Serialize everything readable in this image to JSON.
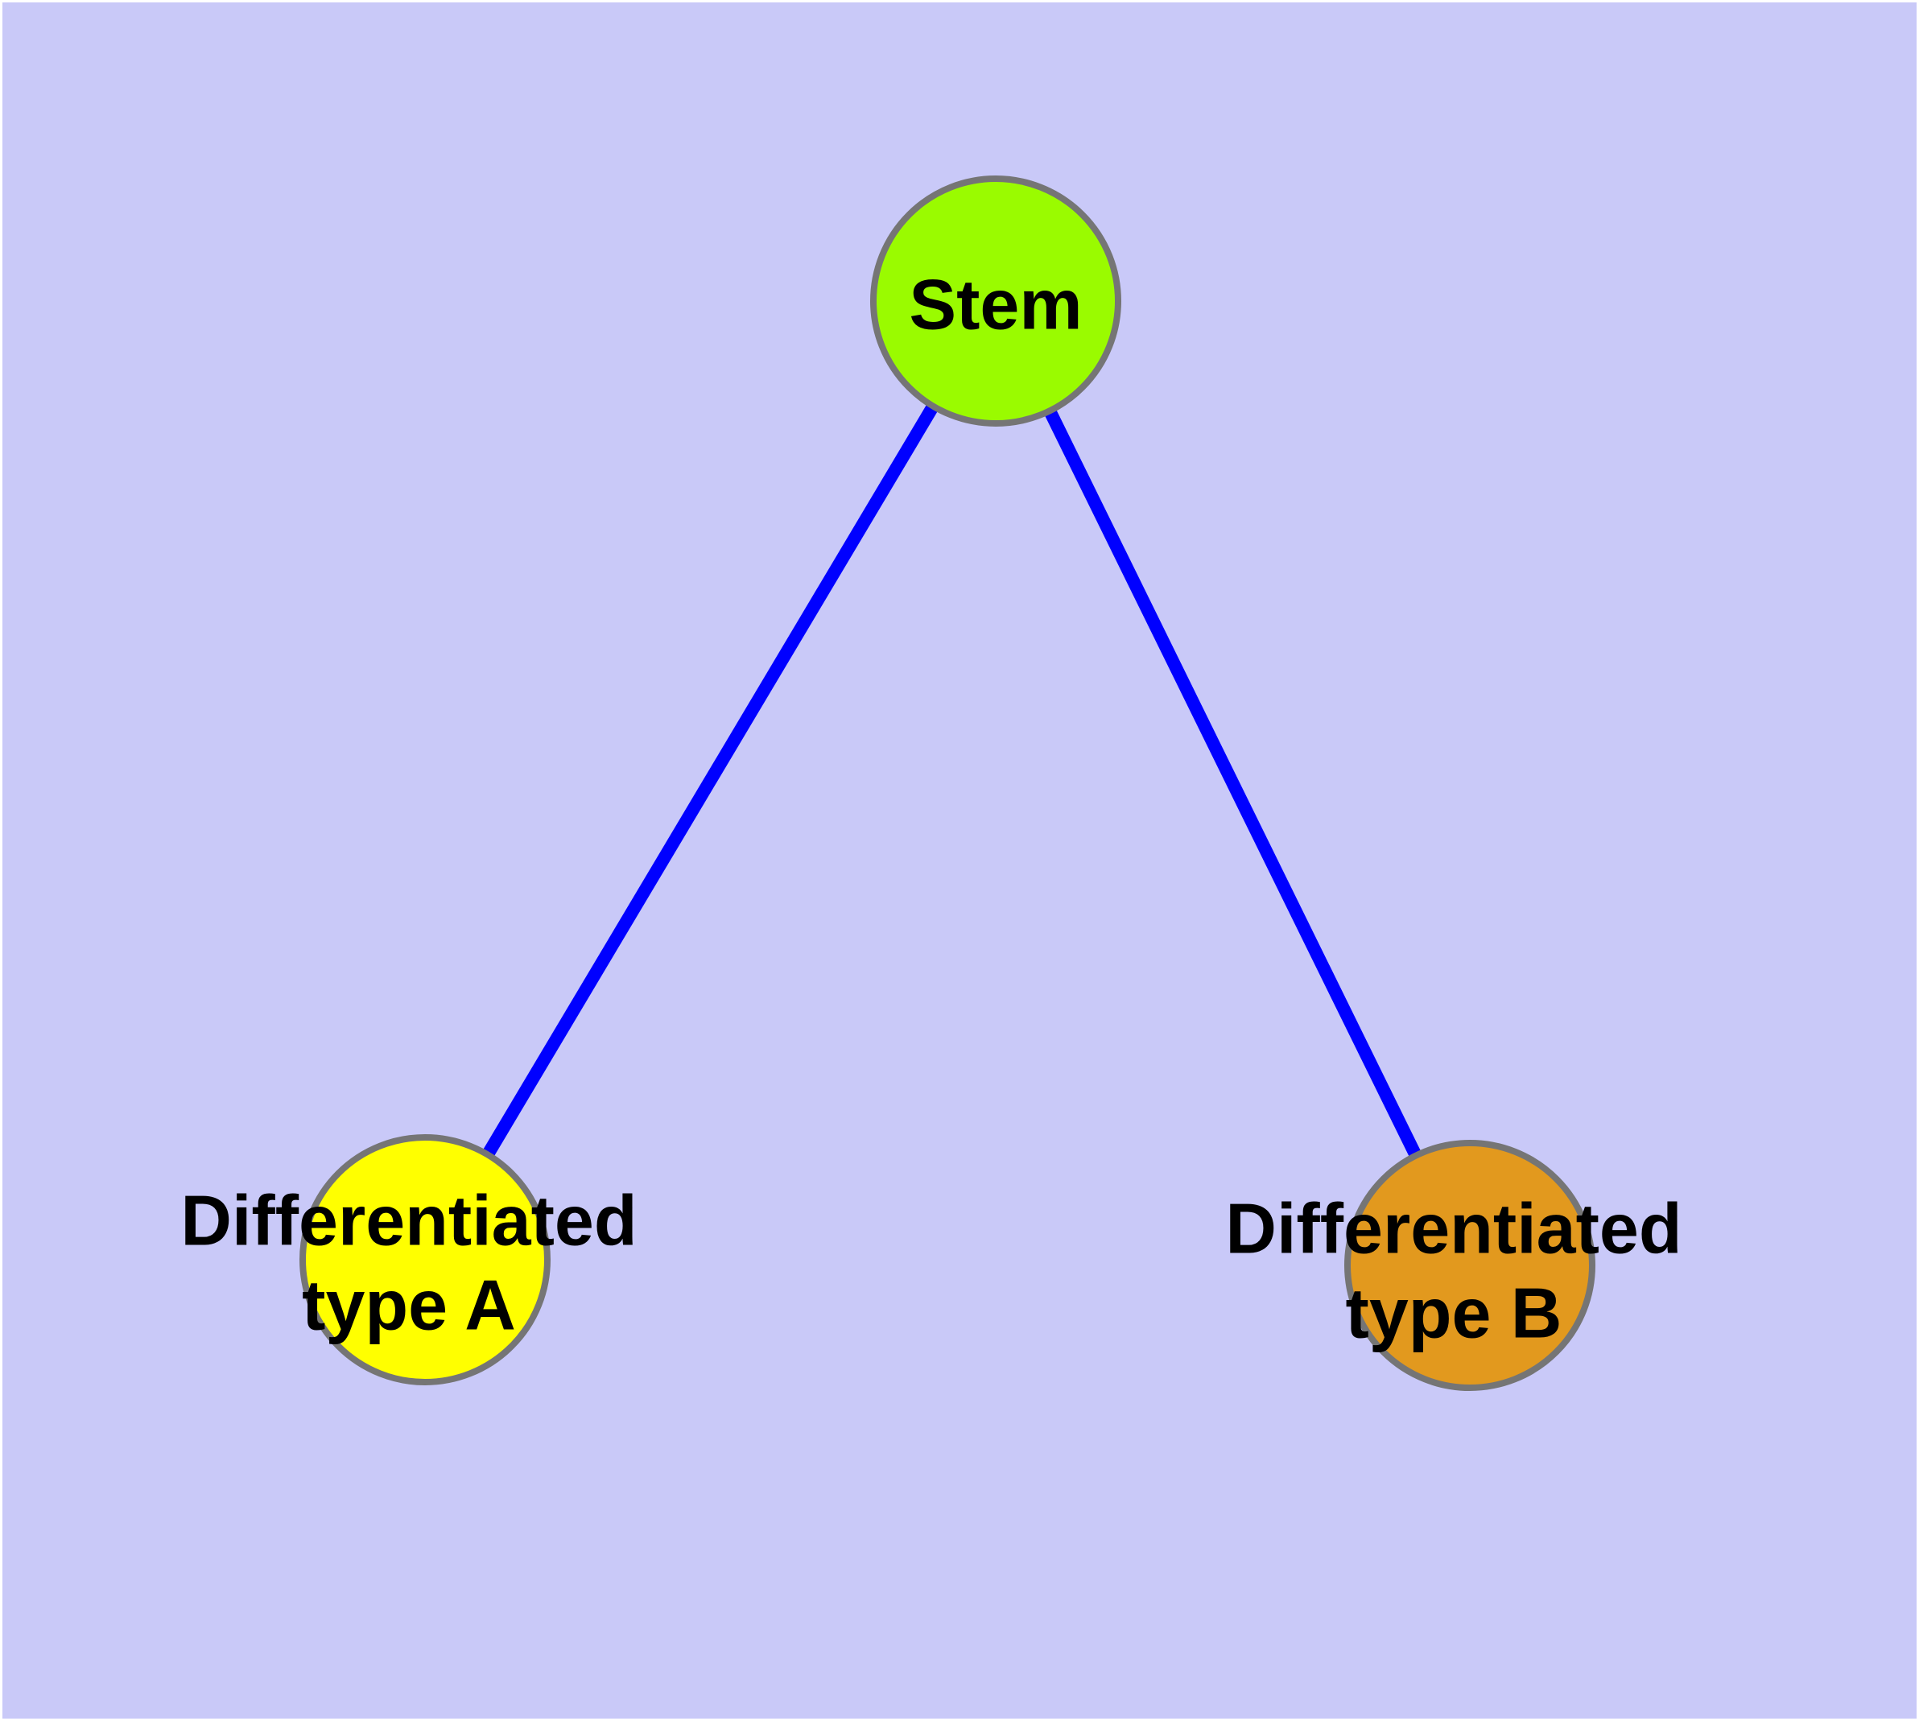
{
  "diagram": {
    "colors": {
      "background": "#C9C9F8",
      "frame_border": "#FFFFFF",
      "edge": "#0000FF",
      "node_border": "#757575",
      "label": "#000000"
    },
    "nodes": [
      {
        "id": "stem",
        "label": "Stem",
        "lines": [
          "Stem"
        ],
        "fill": "#9AFB00"
      },
      {
        "id": "differentiated-type-a",
        "label": "Differentiated type A",
        "lines": [
          "Differentiated",
          "type A"
        ],
        "fill": "#FFFF00"
      },
      {
        "id": "differentiated-type-b",
        "label": "Differentiated type B",
        "lines": [
          "Differentiated",
          "type B"
        ],
        "fill": "#E2991E"
      }
    ],
    "edges": [
      {
        "from": "Stem",
        "to": "Differentiated type A"
      },
      {
        "from": "Stem",
        "to": "Differentiated type B"
      }
    ]
  }
}
